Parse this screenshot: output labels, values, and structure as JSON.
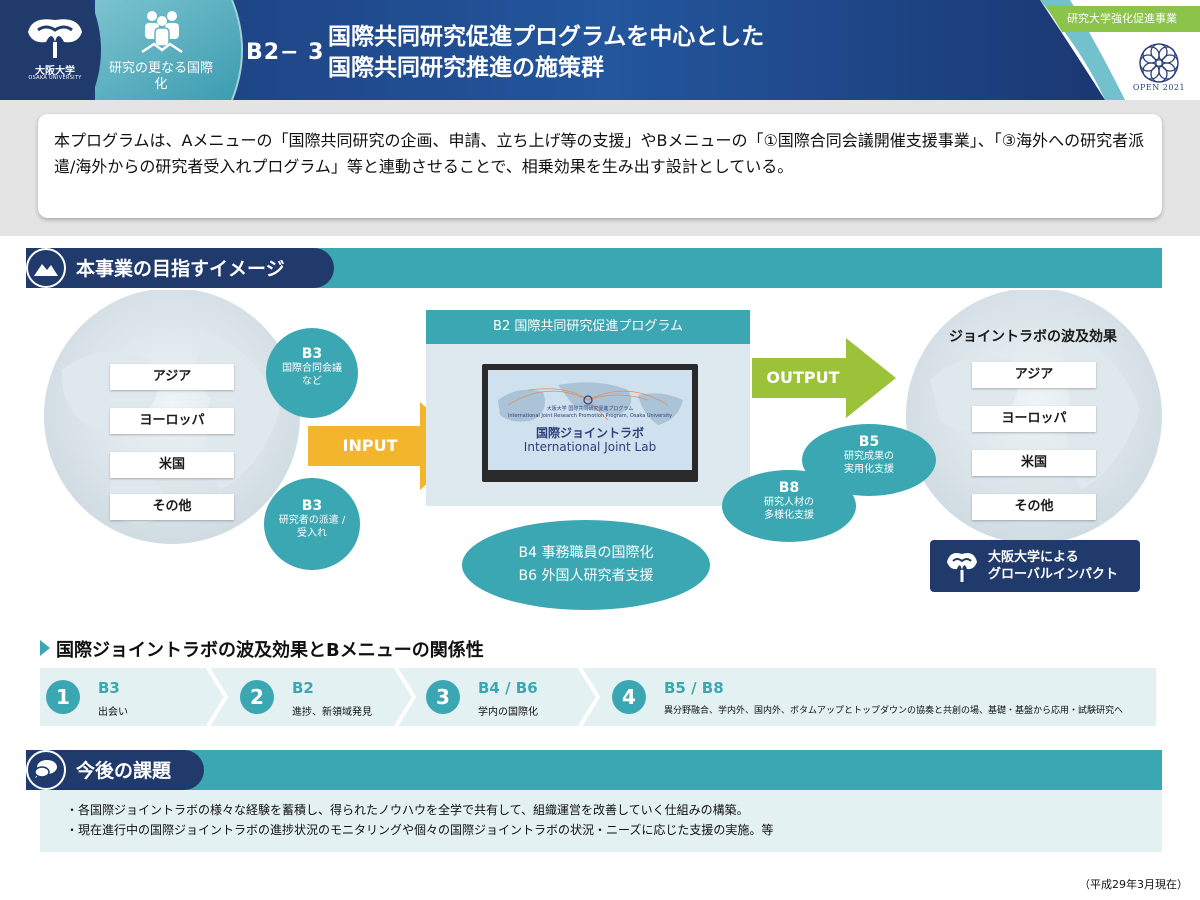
{
  "header": {
    "university_name": "大阪大学",
    "university_name_en": "OSAKA UNIVERSITY",
    "theme_label": "研究の更なる国際化",
    "code": "B2− 3",
    "title_line1": "国際共同研究促進プログラムを中心とした",
    "title_line2": "国際共同研究推進の施策群",
    "badge": "研究大学強化促進事業",
    "open_logo_text": "OPEN 2021"
  },
  "intro": {
    "text": "本プログラムは、Aメニューの「国際共同研究の企画、申請、立ち上げ等の支援」やBメニューの「①国際合同会議開催支援事業」、「③海外への研究者派遣/海外からの研究者受入れプログラム」等と連動させることで、相乗効果を生み出す設計としている。"
  },
  "section_image": {
    "title": "本事業の目指すイメージ",
    "icon": "mountain-icon"
  },
  "diagram": {
    "left_regions": [
      "アジア",
      "ヨーロッパ",
      "米国",
      "その他"
    ],
    "bubble_b3_top": {
      "code": "B3",
      "text_line1": "国際合同会議",
      "text_line2": "など"
    },
    "bubble_b3_bottom": {
      "code": "B3",
      "text_line1": "研究者の派遣 /",
      "text_line2": "受入れ"
    },
    "input_label": "INPUT",
    "output_label": "OUTPUT",
    "b2_header": "B2 国際共同研究促進プログラム",
    "lab_small_line1": "大阪大学 国際共同研究促進プログラム",
    "lab_small_line2": "International Joint Research Promotion Program, Osaka University",
    "lab_name_jp": "国際ジョイントラボ",
    "lab_name_en": "International Joint Lab",
    "b4_line": "B4 事務職員の国際化",
    "b6_line": "B6 外国人研究者支援",
    "effect_title": "ジョイントラボの波及効果",
    "right_regions": [
      "アジア",
      "ヨーロッパ",
      "米国",
      "その他"
    ],
    "bubble_b5": {
      "code": "B5",
      "text_line1": "研究成果の",
      "text_line2": "実用化支援"
    },
    "bubble_b8": {
      "code": "B8",
      "text_line1": "研究人材の",
      "text_line2": "多様化支援"
    },
    "impact_line1": "大阪大学による",
    "impact_line2": "グローバルインパクト"
  },
  "relationship": {
    "title": "国際ジョイントラボの波及効果とBメニューの関係性",
    "steps": [
      {
        "num": "1",
        "code": "B3",
        "desc": "出会い"
      },
      {
        "num": "2",
        "code": "B2",
        "desc": "進捗、新領域発見"
      },
      {
        "num": "3",
        "code": "B4 / B6",
        "desc": "学内の国際化"
      },
      {
        "num": "4",
        "code": "B5 / B8",
        "desc": "異分野融合、学内外、国内外、ボタムアップとトップダウンの協奏と共創の場、基礎・基盤から応用・試験研究へ"
      }
    ]
  },
  "section_issues": {
    "title": "今後の課題",
    "icon": "speech-bubble-icon"
  },
  "issues": {
    "line1": "・各国際ジョイントラボの様々な経験を蓄積し、得られたノウハウを全学で共有して、組織運営を改善していく仕組みの構築。",
    "line2": "・現在進行中の国際ジョイントラボの進捗状況のモニタリングや個々の国際ジョイントラボの状況・ニーズに応じた支援の実施。等"
  },
  "footnote": "（平成29年3月現在）",
  "colors": {
    "navy": "#1f3a6b",
    "teal": "#3ba7b3",
    "input_arrow": "#f3b52c",
    "output_arrow": "#9cc23a",
    "badge_green": "#8cc34a"
  }
}
